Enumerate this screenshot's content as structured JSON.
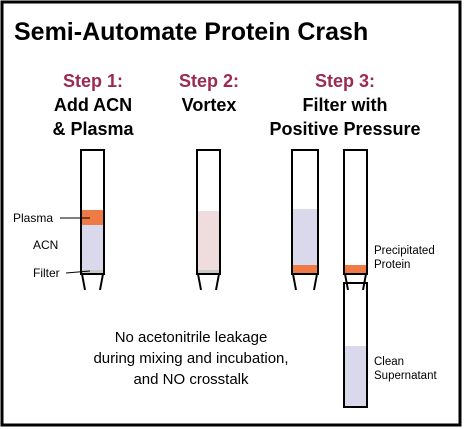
{
  "title": "Semi-Automate Protein Crash",
  "steps": [
    {
      "number": "Step 1:",
      "line1": "Add ACN",
      "line2": "& Plasma"
    },
    {
      "number": "Step 2:",
      "line1": "Vortex",
      "line2": ""
    },
    {
      "number": "Step 3:",
      "line1": "Filter with",
      "line2": "Positive Pressure"
    }
  ],
  "labels": {
    "plasma": "Plasma",
    "acn": "ACN",
    "filter": "Filter",
    "precipitated_line1": "Precipitated",
    "precipitated_line2": "Protein",
    "clean_line1": "Clean",
    "clean_line2": "Supernatant"
  },
  "note": {
    "line1": "No acetonitrile leakage",
    "line2": "during mixing and incubation,",
    "line3": "and NO crosstalk"
  },
  "colors": {
    "step_heading": "#9b2a52",
    "plasma": "#ee7a45",
    "acn": "#dad8eb",
    "mixed": "#efdcdc",
    "filter": "#c8c8c8",
    "precipitated_protein": "#ee7a45",
    "supernatant": "#dad8eb",
    "frame": "#000000"
  }
}
